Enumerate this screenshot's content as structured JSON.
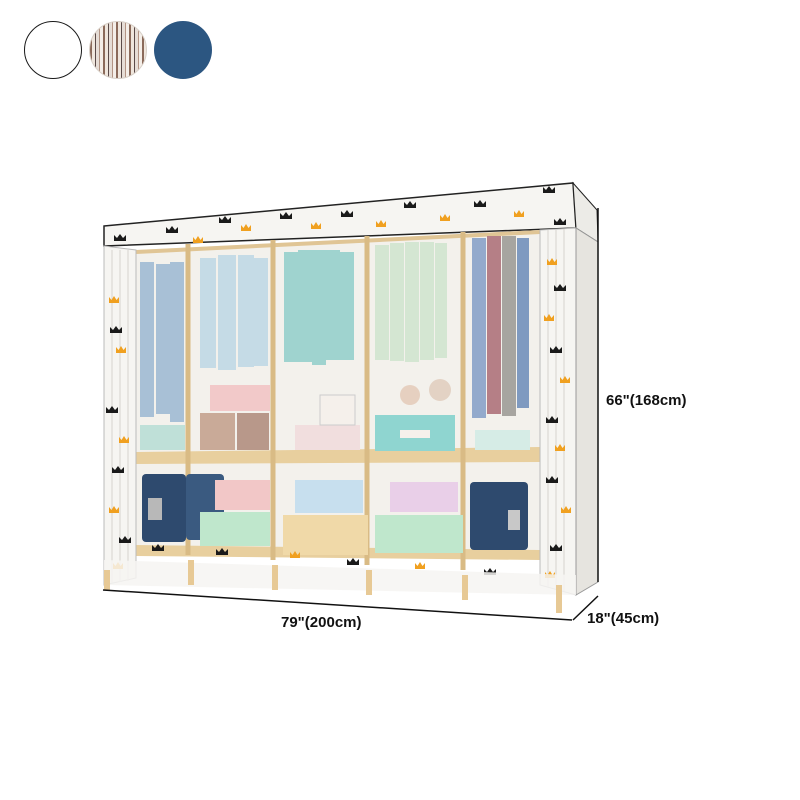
{
  "color_options": [
    {
      "name": "white",
      "color": "#ffffff"
    },
    {
      "name": "striped",
      "color": "#a88a7a"
    },
    {
      "name": "blue",
      "color": "#2c5681"
    }
  ],
  "dimensions": {
    "height": "66\"(168cm)",
    "width": "79\"(200cm)",
    "depth": "18\"(45cm)"
  }
}
